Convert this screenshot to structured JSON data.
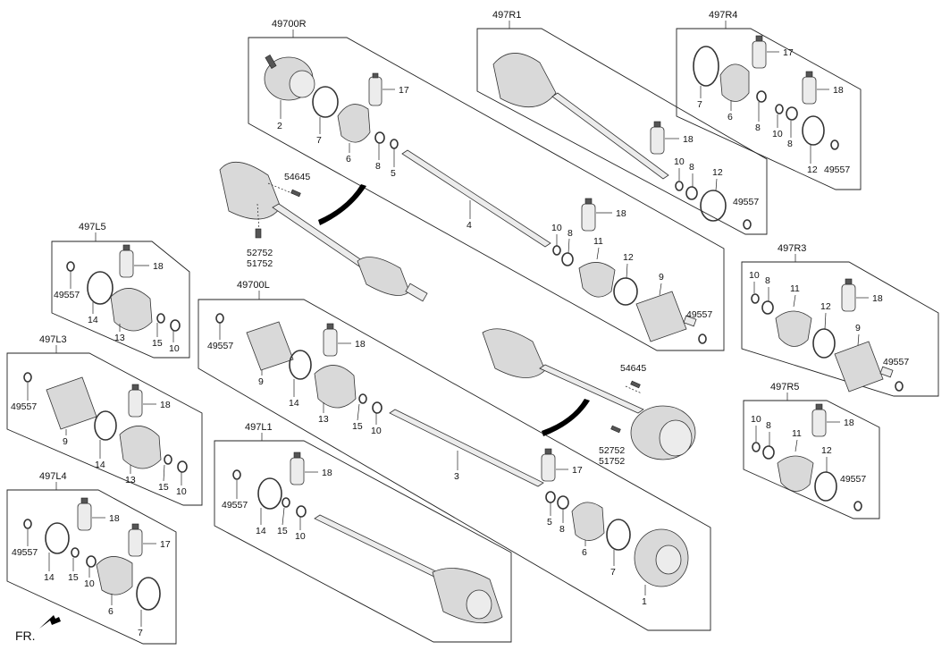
{
  "groups": {
    "g49700R": "49700R",
    "g497R1": "497R1",
    "g497R4": "497R4",
    "g497L5": "497L5",
    "g49700L": "49700L",
    "g497R3": "497R3",
    "g497L3": "497L3",
    "g497R5": "497R5",
    "g497L1": "497L1",
    "g497L4": "497L4"
  },
  "parts": {
    "p1": "1",
    "p2": "2",
    "p3": "3",
    "p4": "4",
    "p5": "5",
    "p6": "6",
    "p7": "7",
    "p8": "8",
    "p9": "9",
    "p10": "10",
    "p11": "11",
    "p12": "12",
    "p13": "13",
    "p14": "14",
    "p15": "15",
    "p17": "17",
    "p18": "18",
    "p49557": "49557",
    "p54645": "54645",
    "p52752": "52752",
    "p51752": "51752"
  },
  "direction_label": "FR."
}
